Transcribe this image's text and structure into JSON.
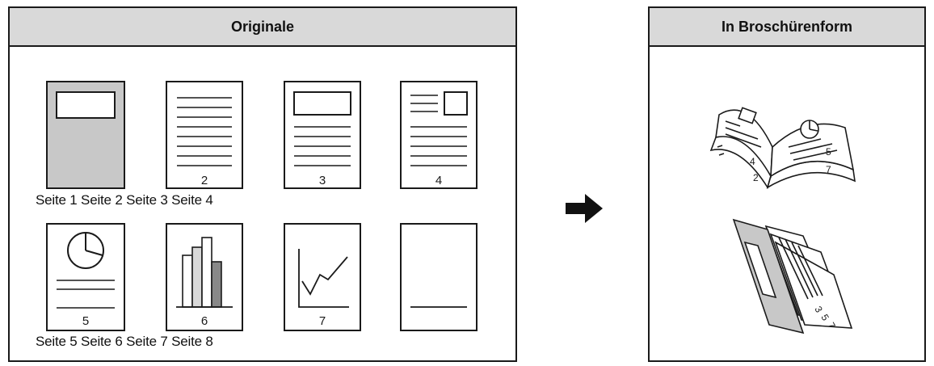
{
  "left_panel": {
    "title": "Originale",
    "caption_row1": "Seite 1 Seite 2 Seite 3 Seite 4",
    "caption_row2": "Seite 5 Seite 6 Seite 7 Seite 8",
    "pages": [
      {
        "label": "",
        "content": "cover"
      },
      {
        "label": "2",
        "content": "text-lines"
      },
      {
        "label": "3",
        "content": "box-and-lines"
      },
      {
        "label": "4",
        "content": "lines-with-small-box"
      },
      {
        "label": "5",
        "content": "pie-and-lines"
      },
      {
        "label": "6",
        "content": "bar-chart"
      },
      {
        "label": "7",
        "content": "line-chart"
      },
      {
        "label": "",
        "content": "back-cover"
      }
    ]
  },
  "right_panel": {
    "title": "In Broschürenform",
    "open_booklet": {
      "left_top": "4",
      "right_top": "5",
      "left_bottom": "2",
      "right_bottom": "7"
    },
    "folded_labels": [
      "3",
      "5",
      "7"
    ]
  },
  "colors": {
    "border": "#1a1a1a",
    "header_bg": "#d9d9d9",
    "cover_gray": "#c8c8c8",
    "bar_gray": "#888888"
  }
}
